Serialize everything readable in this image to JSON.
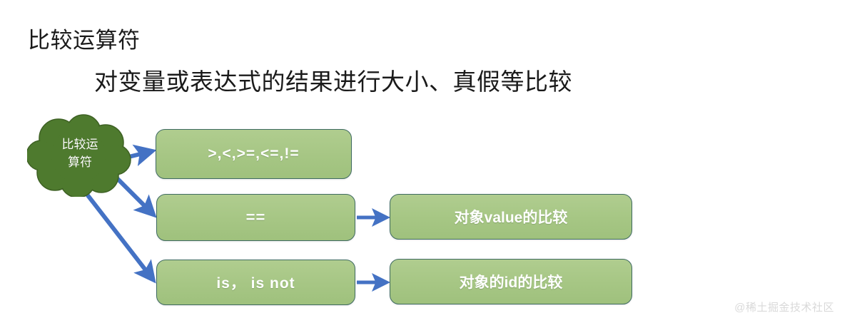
{
  "slide": {
    "title": "比较运算符",
    "subtitle": "对变量或表达式的结果进行大小、真假等比较",
    "watermark": "@稀土掘金技术社区",
    "background": "#ffffff"
  },
  "colors": {
    "cloud_fill": "#4e7a2e",
    "cloud_stroke": "#3e6124",
    "box_fill": "#a6c684",
    "box_stroke": "#3f6b62",
    "box_text": "#ffffff",
    "arrow": "#4472c4",
    "title_text": "#1a1a1a",
    "watermark_text": "#d9d9d9"
  },
  "diagram": {
    "type": "flow",
    "root": {
      "id": "cloud-root",
      "shape": "cloud",
      "label_line1": "比较运",
      "label_line2": "算符",
      "label_full": "比较运算符"
    },
    "nodes": [
      {
        "id": "box-operators",
        "shape": "rounded-rect",
        "label": ">,<,>=,<=,!="
      },
      {
        "id": "box-eqeq",
        "shape": "rounded-rect",
        "label": "=="
      },
      {
        "id": "box-is",
        "shape": "rounded-rect",
        "label": "is， is  not"
      },
      {
        "id": "box-value-cmp",
        "shape": "rounded-rect",
        "label": "对象value的比较"
      },
      {
        "id": "box-id-cmp",
        "shape": "rounded-rect",
        "label": "对象的id的比较"
      }
    ],
    "edges": [
      {
        "from": "cloud-root",
        "to": "box-operators",
        "style": "arrow"
      },
      {
        "from": "cloud-root",
        "to": "box-eqeq",
        "style": "arrow"
      },
      {
        "from": "cloud-root",
        "to": "box-is",
        "style": "arrow"
      },
      {
        "from": "box-eqeq",
        "to": "box-value-cmp",
        "style": "arrow"
      },
      {
        "from": "box-is",
        "to": "box-id-cmp",
        "style": "arrow"
      }
    ]
  }
}
